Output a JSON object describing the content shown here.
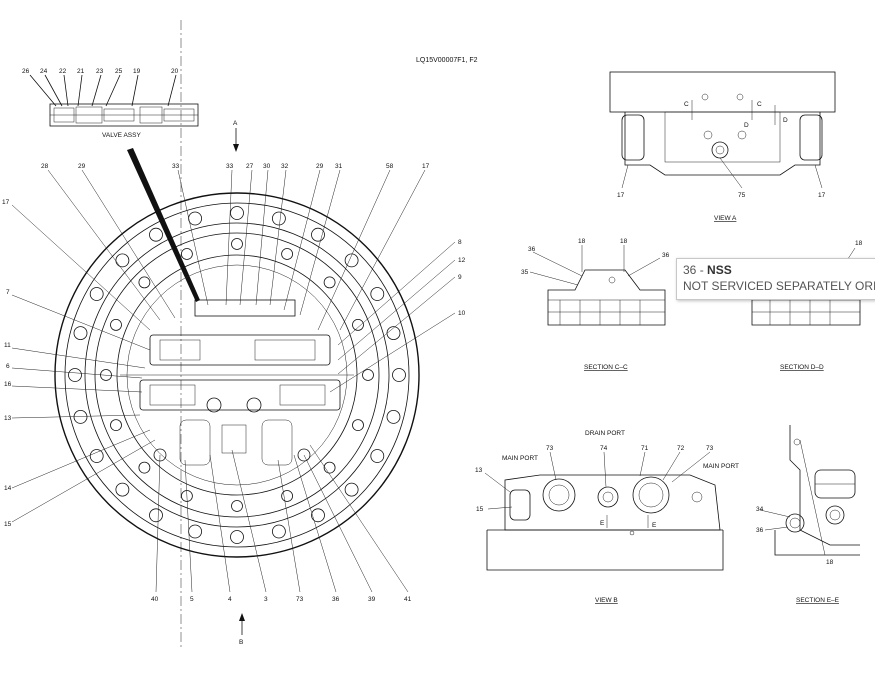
{
  "drawing_id": "LQ15V00007F1, F2",
  "valve_assy": {
    "caption": "VALVE ASSY",
    "callouts": [
      "26",
      "24",
      "22",
      "21",
      "23",
      "25",
      "19",
      "20"
    ]
  },
  "main_view": {
    "arrow_top": "A",
    "arrow_bottom": "B",
    "top_callouts": [
      "28",
      "29",
      "33",
      "33",
      "27",
      "30",
      "32",
      "29",
      "31",
      "58",
      "17"
    ],
    "left_callouts": [
      "17",
      "7",
      "11",
      "6",
      "16",
      "13",
      "14",
      "15"
    ],
    "right_callouts": [
      "8",
      "12",
      "9",
      "10"
    ],
    "bottom_callouts": [
      "40",
      "5",
      "4",
      "3",
      "73",
      "36",
      "39",
      "41"
    ]
  },
  "view_a": {
    "caption": "VIEW A",
    "callouts": [
      "17",
      "75",
      "17"
    ],
    "section_marks": [
      "C",
      "C",
      "D",
      "D"
    ]
  },
  "section_cc": {
    "caption": "SECTION C–C",
    "callouts": [
      "36",
      "18",
      "18",
      "36",
      "35"
    ]
  },
  "section_dd": {
    "caption": "SECTION D–D",
    "callouts": [
      "18"
    ]
  },
  "view_b": {
    "caption": "VIEW B",
    "drain_port": "DRAIN PORT",
    "main_port_left": "MAIN PORT",
    "main_port_right": "MAIN PORT",
    "callouts": [
      "73",
      "74",
      "71",
      "72",
      "73",
      "13",
      "15"
    ],
    "section_marks": [
      "E",
      "E"
    ]
  },
  "section_ee": {
    "caption": "SECTION E–E",
    "callouts": [
      "34",
      "36",
      "18"
    ]
  },
  "tooltip": {
    "part_number": "36",
    "separator": "-",
    "code": "NSS",
    "description": "NOT SERVICED SEPARATELY ORI"
  }
}
